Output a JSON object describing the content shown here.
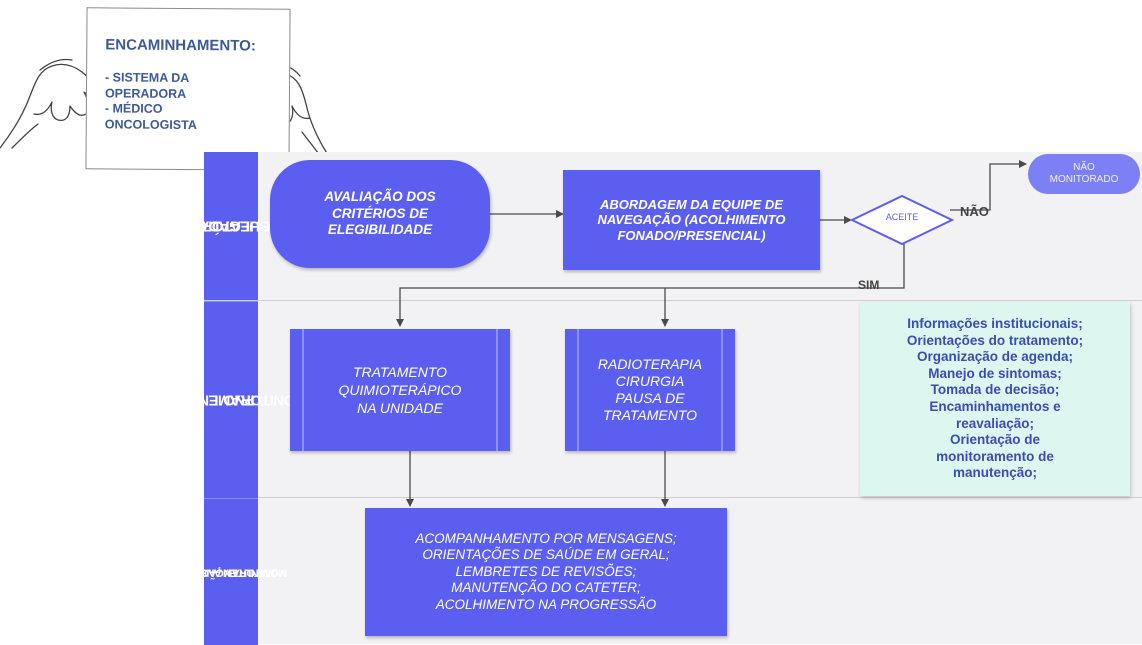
{
  "sign": {
    "title": "ENCAMINHAMENTO:",
    "lines": [
      "- SISTEMA DA",
      "OPERADORA",
      "- MÉDICO",
      "ONCOLOGISTA"
    ]
  },
  "lanes": [
    {
      "label_lines": [
        "CHEGADA AO",
        "AMBULATÓRIO"
      ]
    },
    {
      "label_lines": [
        "MONITORAMENTO PELO",
        "PNO"
      ]
    },
    {
      "label_lines": [
        "MONITORAM ANENTO DE",
        "MANUTENÇÃO"
      ]
    }
  ],
  "nodes": {
    "avaliacao": [
      "AVALIAÇÃO DOS",
      "CRITÉRIOS DE",
      "ELEGIBILIDADE"
    ],
    "abordagem": [
      "ABORDAGEM DA EQUIPE DE",
      "NAVEGAÇÃO (ACOLHIMENTO",
      "FONADO/PRESENCIAL)"
    ],
    "decision": "ACEITE",
    "nao_monitorado": [
      "NÃO",
      "MONITORADO"
    ],
    "quimio": [
      "TRATAMENTO",
      "QUIMIOTERÁPICO",
      "NA UNIDADE"
    ],
    "radio": [
      "RADIOTERAPIA",
      "CIRURGIA",
      "PAUSA DE",
      "TRATAMENTO"
    ],
    "acompanhamento": [
      "ACOMPANHAMENTO POR MENSAGENS;",
      "ORIENTAÇÕES DE SAÚDE EM GERAL;",
      "LEMBRETES DE REVISÕES;",
      "MANUTENÇÃO DO CATETER;",
      "ACOLHIMENTO NA PROGRESSÃO"
    ]
  },
  "edge_labels": {
    "nao": "NÃO",
    "sim": "SIM"
  },
  "note_lines": [
    "Informações institucionais;",
    "Orientações do tratamento;",
    "Organização de agenda;",
    "Manejo de sintomas;",
    "Tomada de decisão;",
    "Encaminhamentos e",
    "reavaliação;",
    "Orientação de",
    "monitoramento de",
    "manutenção;"
  ],
  "colors": {
    "node_fill": "#5b5ff0",
    "lane_bg": "#f2f2f4",
    "note_fill": "#dcf6f0",
    "sign_text": "#3d5a96"
  }
}
